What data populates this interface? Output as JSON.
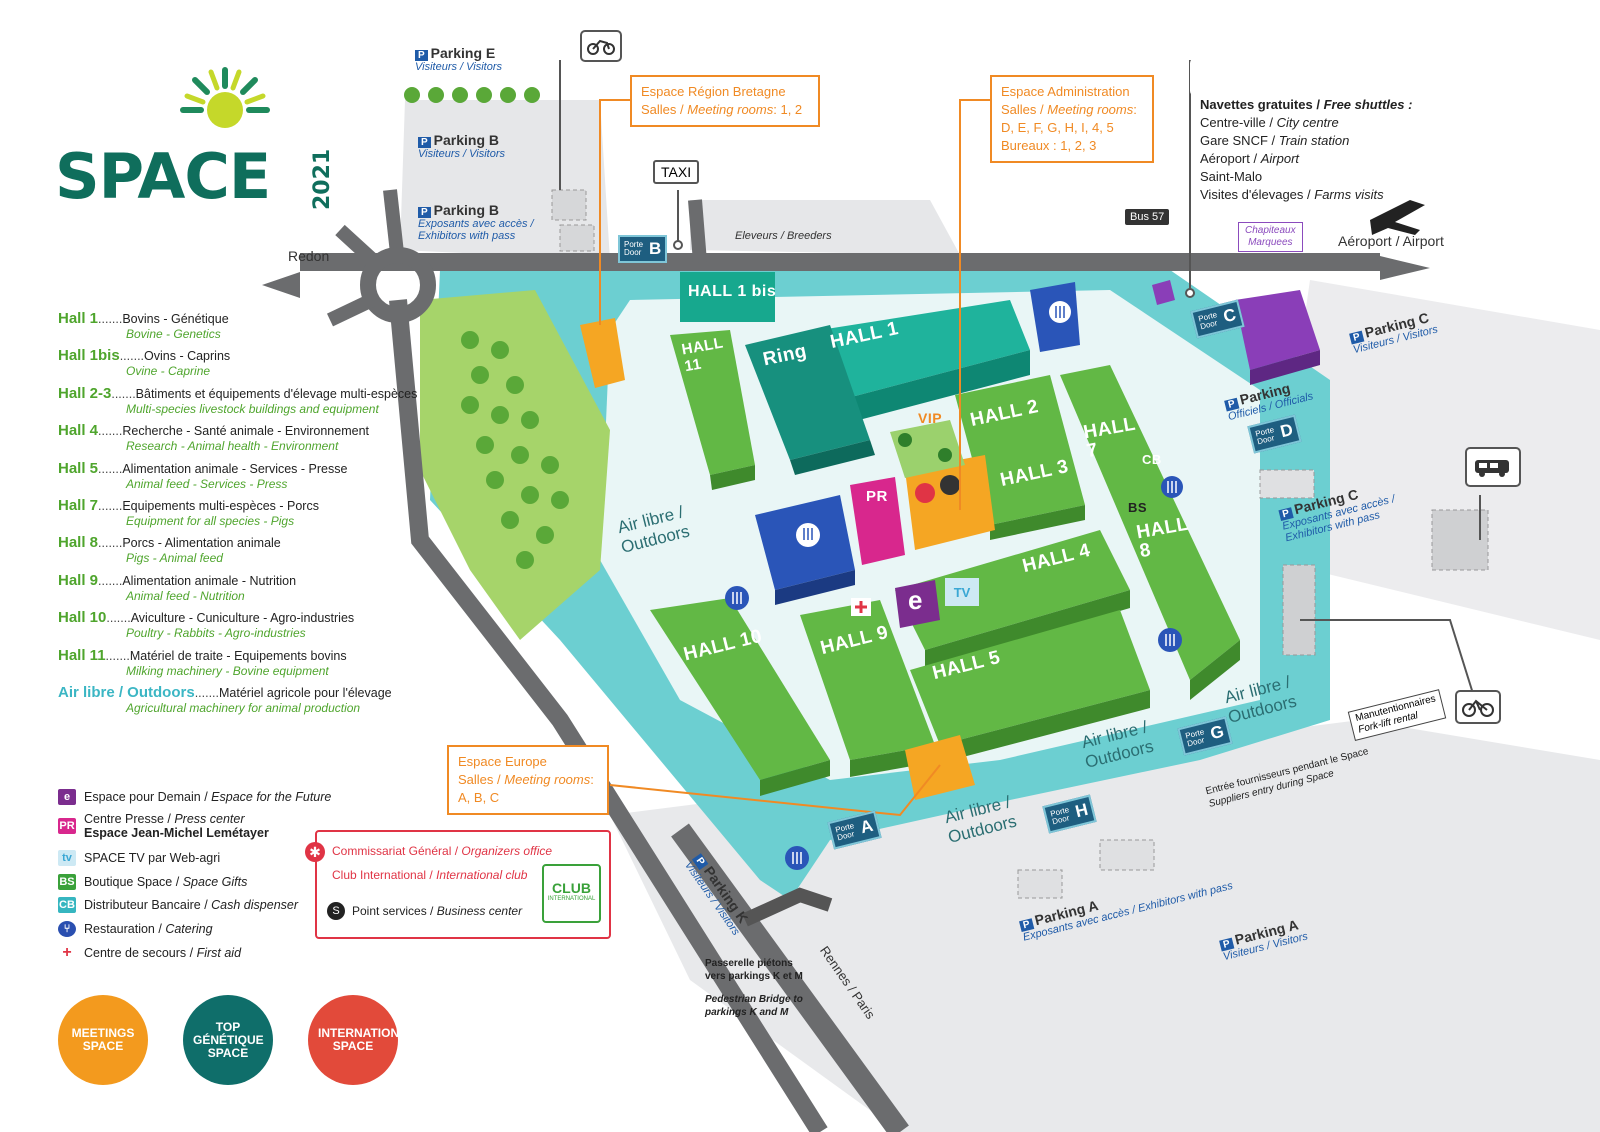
{
  "logo": {
    "word": "SPACE",
    "year": "2021"
  },
  "legend_halls": [
    {
      "hall": "Hall 1",
      "fr": "Bovins - Génétique",
      "en": "Bovine - Genetics"
    },
    {
      "hall": "Hall 1bis",
      "fr": "Ovins - Caprins",
      "en": "Ovine - Caprine"
    },
    {
      "hall": "Hall 2-3",
      "fr": "Bâtiments et équipements d'élevage multi-espèces",
      "en": "Multi-species livestock buildings and equipment"
    },
    {
      "hall": "Hall 4",
      "fr": "Recherche - Santé animale - Environnement",
      "en": "Research - Animal health - Environment"
    },
    {
      "hall": "Hall 5",
      "fr": "Alimentation animale - Services - Presse",
      "en": "Animal feed - Services - Press"
    },
    {
      "hall": "Hall 7",
      "fr": "Equipements multi-espèces - Porcs",
      "en": "Equipment for all species - Pigs"
    },
    {
      "hall": "Hall 8",
      "fr": "Porcs - Alimentation animale",
      "en": "Pigs - Animal feed"
    },
    {
      "hall": "Hall 9",
      "fr": "Alimentation animale - Nutrition",
      "en": "Animal feed - Nutrition"
    },
    {
      "hall": "Hall 10",
      "fr": "Aviculture - Cuniculture - Agro-industries",
      "en": "Poultry - Rabbits - Agro-industries"
    },
    {
      "hall": "Hall 11",
      "fr": "Matériel de traite - Equipements bovins",
      "en": "Milking machinery - Bovine equipment"
    },
    {
      "hall": "Air libre / Outdoors",
      "fr": "Matériel agricole pour l'élevage",
      "en": "Agricultural machinery for animal production"
    }
  ],
  "legend_symbols": [
    {
      "code": "e",
      "color": "#7b2d8e",
      "fr": "Espace pour Demain /",
      "en": "Espace for the Future"
    },
    {
      "code": "PR",
      "color": "#d8278d",
      "fr": "Centre Presse /",
      "en": "Press center",
      "extra": "Espace Jean-Michel Lemétayer"
    },
    {
      "code": "tv",
      "color": "#3aa7d4",
      "fr": "SPACE TV par Web-agri",
      "en": ""
    },
    {
      "code": "BS",
      "color": "#3aa13a",
      "fr": "Boutique Space /",
      "en": "Space Gifts"
    },
    {
      "code": "CB",
      "color": "#36b6c0",
      "fr": "Distributeur Bancaire /",
      "en": "Cash dispenser"
    },
    {
      "code": "fork",
      "color": "#2a4fb0",
      "fr": "Restauration /",
      "en": "Catering"
    },
    {
      "code": "+",
      "color": "#ffffff",
      "fr": "Centre de secours /",
      "en": "First aid"
    }
  ],
  "boxes": {
    "bretagne": {
      "title": "Espace Région Bretagne",
      "rooms_fr": "Salles /",
      "rooms_en": "Meeting rooms",
      "rooms": ": 1, 2"
    },
    "admin": {
      "title": "Espace Administration",
      "rooms_fr": "Salles /",
      "rooms_en": "Meeting rooms",
      "rooms": ":",
      "line3": "D, E, F, G, H, I, 4, 5",
      "line4": "Bureaux : 1, 2, 3"
    },
    "europe": {
      "title": "Espace Europe",
      "rooms_fr": "Salles /",
      "rooms_en": "Meeting rooms",
      "rooms": ":",
      "line3": "A, B, C"
    }
  },
  "org_box": {
    "line1_fr": "Commissariat Général /",
    "line1_en": "Organizers office",
    "line2_fr": "Club International /",
    "line2_en": "International club",
    "line3": "Point services /",
    "line3_en": "Business center",
    "club_label": "CLUB",
    "club_sub": "INTERNATIONAL"
  },
  "parkings": {
    "E": {
      "title": "Parking E",
      "sub": "Visiteurs / Visitors"
    },
    "B1": {
      "title": "Parking B",
      "sub": "Visiteurs / Visitors"
    },
    "B2": {
      "title": "Parking B",
      "sub": "Exposants avec accès / Exhibitors with pass"
    },
    "C1": {
      "title": "Parking C",
      "sub": "Visiteurs / Visitors"
    },
    "officials": {
      "title": "Parking",
      "sub": "Officiels / Officials"
    },
    "C2": {
      "title": "Parking C",
      "sub": "Exposants avec accès / Exhibitors with pass"
    },
    "K": {
      "title": "Parking K",
      "sub": "Visiteurs / Visitors"
    },
    "A1": {
      "title": "Parking A",
      "sub": "Exposants avec accès / Exhibitors with pass"
    },
    "A2": {
      "title": "Parking A",
      "sub": "Visiteurs / Visitors"
    }
  },
  "halls": {
    "h1bis": "HALL 1 bis",
    "h1": "HALL 1",
    "ring": "Ring",
    "h11": "HALL 11",
    "h2": "HALL 2",
    "h3": "HALL 3",
    "h4": "HALL 4",
    "h5": "HALL 5",
    "h7": "HALL 7",
    "h8": "HALL 8",
    "h9": "HALL 9",
    "h10": "HALL 10",
    "vip": "VIP",
    "pr": "PR",
    "cb": "CB",
    "bs": "BS",
    "e": "e"
  },
  "outdoors": "Air libre / Outdoors",
  "doors": {
    "label": "Porte Door",
    "A": "A",
    "B": "B",
    "C": "C",
    "D": "D",
    "G": "G",
    "H": "H"
  },
  "streets": {
    "redon": "Redon",
    "airport": "Aéroport / Airport",
    "rennes": "Rennes / Paris",
    "eleveurs": "Eleveurs / Breeders",
    "taxi": "TAXI",
    "bus57": "Bus 57"
  },
  "shuttles": {
    "title_fr": "Navettes gratuites /",
    "title_en": "Free shuttles :",
    "items": [
      {
        "fr": "Centre-ville /",
        "en": "City centre"
      },
      {
        "fr": "Gare SNCF /",
        "en": "Train station"
      },
      {
        "fr": "Aéroport /",
        "en": "Airport"
      },
      {
        "fr": "Saint-Malo",
        "en": ""
      },
      {
        "fr": "Visites d'élevages /",
        "en": "Farms visits"
      }
    ]
  },
  "chapiteaux": {
    "fr": "Chapiteaux",
    "en": "Marquees"
  },
  "misc": {
    "forklift_fr": "Manutentionnaires",
    "forklift_en": "Fork-lift rental",
    "suppliers_fr": "Entrée fournisseurs pendant le Space",
    "suppliers_en": "Suppliers entry during Space",
    "bridge_fr": "Passerelle piétons vers parkings K et M",
    "bridge_en": "Pedestrian Bridge to parkings K and M"
  },
  "badges": [
    {
      "text": "MEETINGS SPACE",
      "color": "#f39a1e"
    },
    {
      "text": "TOP GÉNÉTIQUE SPACE",
      "color": "#0f6e6a"
    },
    {
      "text": "INTERNATIONAL SPACE",
      "color": "#e24a3a"
    }
  ]
}
